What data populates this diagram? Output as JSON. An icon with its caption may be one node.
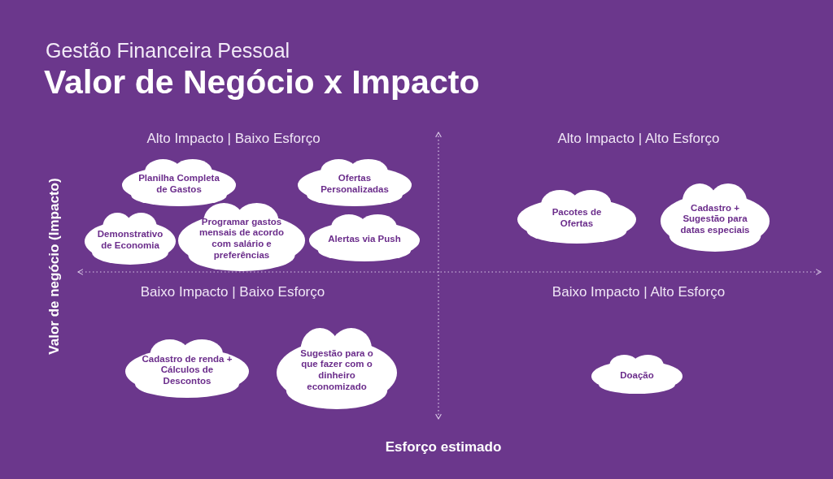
{
  "diagram": {
    "title": "Valor de Negócio x Impacto",
    "nodes": [
      {
        "text": [
          "Planilha Completa de Gastos"
        ]
      },
      {
        "text": [
          "Ofertas Personalizadas"
        ]
      },
      {
        "text": [
          "Demonstrativo de Economia"
        ]
      },
      {
        "text": [
          "Programar gastos mensais de acordo com salário e preferências"
        ]
      },
      {
        "text": [
          "Alertas via Push"
        ]
      },
      {
        "text": [
          "Pacotes de Ofertas"
        ]
      },
      {
        "text": [
          "Cadastro + Sugestão para datas especiais"
        ]
      },
      {
        "text": [
          "Cadastro de renda + Cálculos de Descontos"
        ]
      },
      {
        "text": [
          "Sugestão para o que fazer com o dinheiro economizado"
        ]
      },
      {
        "text": [
          "Doação"
        ]
      }
    ],
    "labels": [
      "Gestão Financeira Pessoal",
      "Alto Impacto | Baixo Esforço",
      "Alto Impacto | Alto Esforço",
      "Valor de negócio (Impacto)",
      "Baixo Impacto | Baixo Esforço",
      "Baixo Impacto | Alto Esforço",
      "Esforço estimado"
    ]
  }
}
